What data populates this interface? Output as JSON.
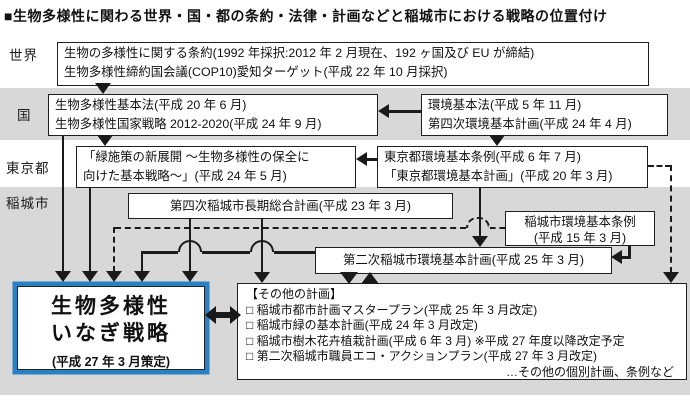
{
  "title": "■生物多様性に関わる世界・国・都の条約・法律・計画などと稲城市における戦略の位置付け",
  "world": {
    "label": "世界",
    "box": {
      "line1": "生物の多様性に関する条約(1992 年採択:2012 年 2 月現在、192 ヶ国及び EU が締結)",
      "line2": "生物多様性締約国会議(COP10)愛知ターゲット(平成 22 年 10 月採択)"
    }
  },
  "nation": {
    "label": "国",
    "left_box": {
      "line1": "生物多様性基本法(平成 20 年 6 月)",
      "line2": "生物多様性国家戦略 2012-2020(平成 24 年 9 月)"
    },
    "right_box": {
      "line1": "環境基本法(平成 5 年 11 月)",
      "line2": "第四次環境基本計画(平成 24 年 4 月)"
    }
  },
  "tokyo": {
    "label": "東京都",
    "left_box": {
      "line1": "「緑施策の新展開 〜生物多様性の保全に",
      "line2": "向けた基本戦略〜」(平成 24 年 5 月)"
    },
    "right_box": {
      "line1": "東京都環境基本条例(平成 6 年 7 月)",
      "line2": "「東京都環境基本計画」(平成 20 年 3 月)"
    }
  },
  "inagi": {
    "label": "稲城市",
    "long_term_plan": "第四次稲城市長期総合計画(平成 23 年 3 月)",
    "env_ordinance": {
      "line1": "稲城市環境基本条例",
      "line2": "(平成 15 年 3 月)"
    },
    "env_plan": "第二次稲城市環境基本計画(平成 25 年 3 月)"
  },
  "strategy": {
    "line1": "生物多様性",
    "line2": "いなぎ戦略",
    "line3": "(平成 27 年 3 月策定)"
  },
  "other_plans": {
    "heading": "【その他の計画】",
    "items": [
      "□ 稲城市都市計画マスタープラン(平成 25 年 3 月改定)",
      "□ 稲城市緑の基本計画(平成 24 年 3 月改定)",
      "□ 稲城市樹木花卉植栽計画(平成 6 年 3 月) ※平成 27 年度以降改定予定",
      "□ 第二次稲城市職員エコ・アクションプラン(平成 27 年 3 月改定)"
    ],
    "footer": "…その他の個別計画、条例など"
  },
  "colors": {
    "band": "#d8d8d8",
    "strategy_border": "#2980c3",
    "line": "#1a1a1a"
  }
}
